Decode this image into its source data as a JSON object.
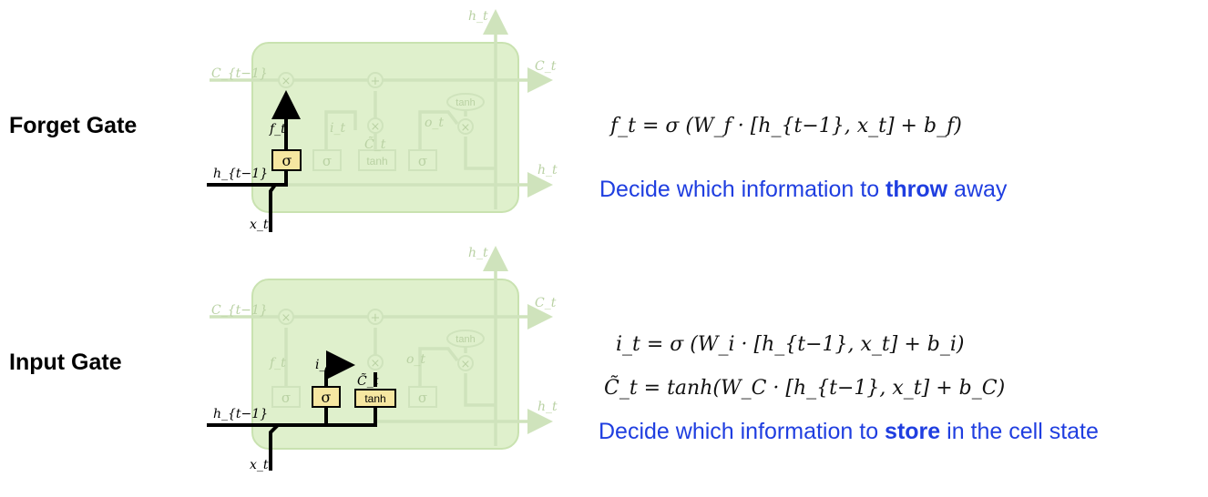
{
  "forget": {
    "title": "Forget Gate",
    "equation": "f_t = σ (W_f · [h_{t−1}, x_t] + b_f)",
    "desc_before": "Decide which information to ",
    "desc_bold": "throw",
    "desc_after": " away"
  },
  "input": {
    "title": "Input Gate",
    "equation_1": "i_t = σ (W_i · [h_{t−1}, x_t] + b_i)",
    "equation_2": "C̃_t = tanh(W_C · [h_{t−1}, x_t] + b_C)",
    "desc_before": "Decide which information to ",
    "desc_bold": "store",
    "desc_after": " in the cell state"
  },
  "diagram_labels": {
    "c_prev": "C_{t−1}",
    "c_t": "C_t",
    "h_t": "h_t",
    "h_prev": "h_{t−1}",
    "x_t": "x_t",
    "f_t": "f_t",
    "i_t": "i_t",
    "o_t": "o_t",
    "c_tilde": "C̃_t",
    "sigma": "σ",
    "tanh": "tanh",
    "times": "×",
    "plus": "+"
  },
  "colors": {
    "cell_fill": "#dff0cc",
    "cell_stroke": "#c9e2b0",
    "faded_line": "#cfe3bc",
    "faded_text": "#b9d1a3",
    "gate_fill": "#f6e7a1",
    "text_blue": "#1f3ee0"
  }
}
